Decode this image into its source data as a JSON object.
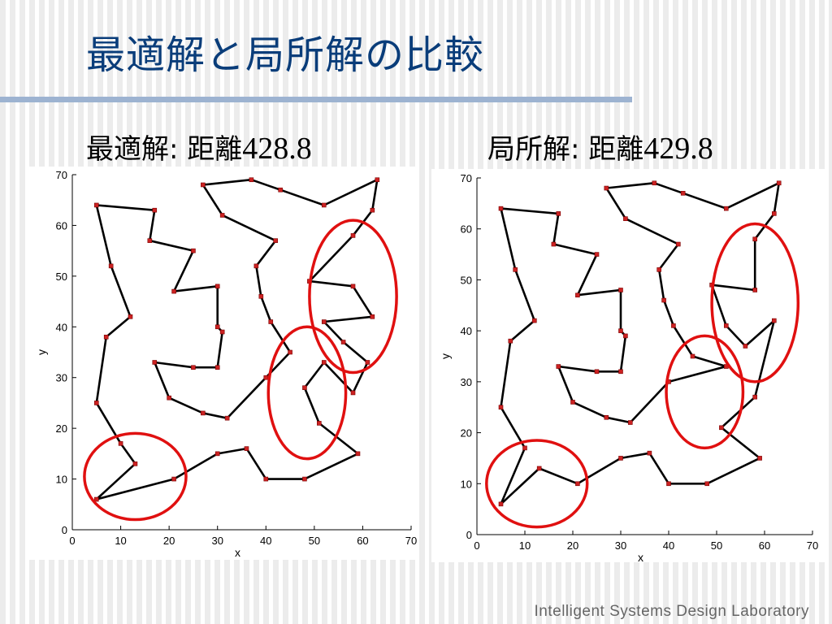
{
  "slide": {
    "title": "最適解と局所解の比較",
    "footer": "Intelligent Systems Design Laboratory"
  },
  "panels": [
    {
      "label": "最適解: 距離",
      "value": "428.8"
    },
    {
      "label": "局所解: 距離",
      "value": "429.8"
    }
  ],
  "colors": {
    "route": "#000000",
    "city": "#cc2222",
    "highlight": "#e01010"
  },
  "chart_data": [
    {
      "type": "line",
      "title": "",
      "xlabel": "x",
      "ylabel": "y",
      "xlim": [
        0,
        70
      ],
      "ylim": [
        0,
        70
      ],
      "xticks": [
        0,
        10,
        20,
        30,
        40,
        50,
        60,
        70
      ],
      "yticks": [
        0,
        10,
        20,
        30,
        40,
        50,
        60,
        70
      ],
      "grid": false,
      "route": [
        [
          5,
          6
        ],
        [
          13,
          13
        ],
        [
          10,
          17
        ],
        [
          5,
          25
        ],
        [
          7,
          38
        ],
        [
          12,
          42
        ],
        [
          8,
          52
        ],
        [
          5,
          64
        ],
        [
          17,
          63
        ],
        [
          16,
          57
        ],
        [
          25,
          55
        ],
        [
          21,
          47
        ],
        [
          30,
          48
        ],
        [
          30,
          40
        ],
        [
          31,
          39
        ],
        [
          30,
          32
        ],
        [
          25,
          32
        ],
        [
          17,
          33
        ],
        [
          20,
          26
        ],
        [
          27,
          23
        ],
        [
          32,
          22
        ],
        [
          40,
          30
        ],
        [
          45,
          35
        ],
        [
          41,
          41
        ],
        [
          39,
          46
        ],
        [
          38,
          52
        ],
        [
          42,
          57
        ],
        [
          31,
          62
        ],
        [
          27,
          68
        ],
        [
          37,
          69
        ],
        [
          43,
          67
        ],
        [
          52,
          64
        ],
        [
          63,
          69
        ],
        [
          62,
          63
        ],
        [
          58,
          58
        ],
        [
          49,
          49
        ],
        [
          58,
          48
        ],
        [
          62,
          42
        ],
        [
          52,
          41
        ],
        [
          56,
          37
        ],
        [
          61,
          33
        ],
        [
          58,
          27
        ],
        [
          52,
          33
        ],
        [
          48,
          28
        ],
        [
          51,
          21
        ],
        [
          59,
          15
        ],
        [
          48,
          10
        ],
        [
          40,
          10
        ],
        [
          36,
          16
        ],
        [
          30,
          15
        ],
        [
          21,
          10
        ],
        [
          5,
          6
        ]
      ],
      "highlights": [
        {
          "cx": 13,
          "cy": 10.5,
          "rx": 10.5,
          "ry": 8.5
        },
        {
          "cx": 48.5,
          "cy": 27,
          "rx": 8,
          "ry": 13
        },
        {
          "cx": 58,
          "cy": 46,
          "rx": 9,
          "ry": 15
        }
      ]
    },
    {
      "type": "line",
      "title": "",
      "xlabel": "x",
      "ylabel": "y",
      "xlim": [
        0,
        70
      ],
      "ylim": [
        0,
        70
      ],
      "xticks": [
        0,
        10,
        20,
        30,
        40,
        50,
        60,
        70
      ],
      "yticks": [
        0,
        10,
        20,
        30,
        40,
        50,
        60,
        70
      ],
      "grid": false,
      "route": [
        [
          5,
          6
        ],
        [
          13,
          13
        ],
        [
          21,
          10
        ],
        [
          30,
          15
        ],
        [
          36,
          16
        ],
        [
          40,
          10
        ],
        [
          48,
          10
        ],
        [
          59,
          15
        ],
        [
          51,
          21
        ],
        [
          58,
          27
        ],
        [
          62,
          42
        ],
        [
          56,
          37
        ],
        [
          52,
          41
        ],
        [
          49,
          49
        ],
        [
          58,
          48
        ],
        [
          58,
          58
        ],
        [
          62,
          63
        ],
        [
          63,
          69
        ],
        [
          52,
          64
        ],
        [
          43,
          67
        ],
        [
          37,
          69
        ],
        [
          27,
          68
        ],
        [
          31,
          62
        ],
        [
          42,
          57
        ],
        [
          38,
          52
        ],
        [
          39,
          46
        ],
        [
          41,
          41
        ],
        [
          45,
          35
        ],
        [
          52,
          33
        ],
        [
          40,
          30
        ],
        [
          32,
          22
        ],
        [
          27,
          23
        ],
        [
          20,
          26
        ],
        [
          17,
          33
        ],
        [
          25,
          32
        ],
        [
          30,
          32
        ],
        [
          31,
          39
        ],
        [
          30,
          40
        ],
        [
          30,
          48
        ],
        [
          21,
          47
        ],
        [
          25,
          55
        ],
        [
          16,
          57
        ],
        [
          17,
          63
        ],
        [
          5,
          64
        ],
        [
          8,
          52
        ],
        [
          12,
          42
        ],
        [
          7,
          38
        ],
        [
          5,
          25
        ],
        [
          10,
          17
        ],
        [
          5,
          6
        ]
      ],
      "highlights": [
        {
          "cx": 12.5,
          "cy": 10,
          "rx": 10.5,
          "ry": 8.5
        },
        {
          "cx": 47.5,
          "cy": 28,
          "rx": 8,
          "ry": 11
        },
        {
          "cx": 58,
          "cy": 45.5,
          "rx": 9,
          "ry": 15.5
        }
      ]
    }
  ]
}
